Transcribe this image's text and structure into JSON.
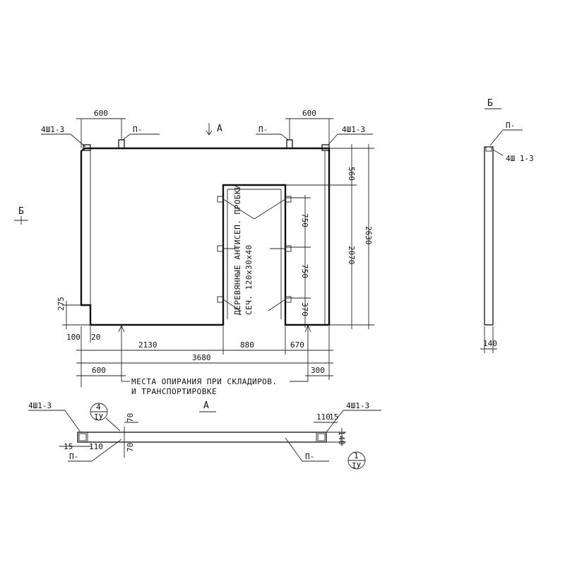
{
  "front_view": {
    "top_left_mark": "4Ш1-3",
    "top_right_mark": "4Ш1-3",
    "loop_left": "П-",
    "loop_right": "П-",
    "dim_top_left": "600",
    "dim_top_right": "600",
    "section_a_marker": "А",
    "section_b_marker": "Б",
    "dim_right_560": "560",
    "dim_right_2070": "2070",
    "dim_right_2630": "2630",
    "dim_opening_750a": "750",
    "dim_opening_750b": "750",
    "dim_opening_370": "370",
    "dim_left_275": "275",
    "dim_100": "100",
    "dim_20": "20",
    "dim_bottom_2130": "2130",
    "dim_bottom_880": "880",
    "dim_bottom_670": "670",
    "dim_bottom_3680": "3680",
    "dim_bottom_600": "600",
    "dim_bottom_300": "300",
    "plug_note_line1": "ДЕРЕВЯННЫЕ АНТИСЕП. ПРОБКИ",
    "plug_note_line2": "СЕЧ. 120x30x40",
    "support_note_line1": "МЕСТА ОПИРАНИЯ ПРИ СКЛАДИРОВ.",
    "support_note_line2": "И ТРАНСПОРТИРОВКЕ"
  },
  "section_b": {
    "title": "Б",
    "loop": "П-",
    "mark": "4Ш 1-3",
    "dim_bottom": "140"
  },
  "plan_a": {
    "title": "А",
    "mark_left": "4Ш1-3",
    "mark_right": "4Ш1-3",
    "loop_left": "П-",
    "loop_right": "П-",
    "node_left_top": "4",
    "node_left_bottom": "IУ",
    "node_right_top": "1",
    "node_right_bottom": "IУ",
    "dim_70a": "70",
    "dim_70b": "70",
    "dim_15_left": "15",
    "dim_110_left": "110",
    "dim_110_right": "110",
    "dim_15_right": "15",
    "dim_140": "140"
  }
}
